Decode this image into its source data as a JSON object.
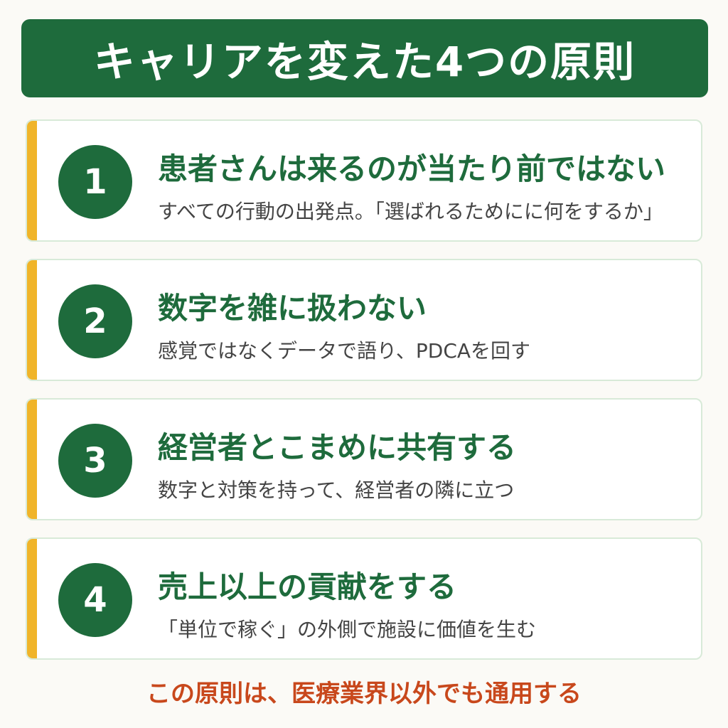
{
  "header": {
    "title": "キャリアを変えた4つの原則"
  },
  "principles": [
    {
      "number": "1",
      "title": "患者さんは来るのが当たり前ではない",
      "subtitle": "すべての行動の出発点。「選ばれるためにに何をするか」"
    },
    {
      "number": "2",
      "title": "数字を雑に扱わない",
      "subtitle": "感覚ではなくデータで語り、PDCAを回す"
    },
    {
      "number": "3",
      "title": "経営者とこまめに共有する",
      "subtitle": "数字と対策を持って、経営者の隣に立つ"
    },
    {
      "number": "4",
      "title": "売上以上の貢献をする",
      "subtitle": "「単位で稼ぐ」の外側で施設に価値を生む"
    }
  ],
  "footer": {
    "text": "この原則は、医療業界以外でも通用する"
  },
  "colors": {
    "primary_green": "#1e6b3c",
    "accent_yellow": "#f0b429",
    "footer_orange": "#c8481c",
    "background": "#fbfaf6"
  }
}
